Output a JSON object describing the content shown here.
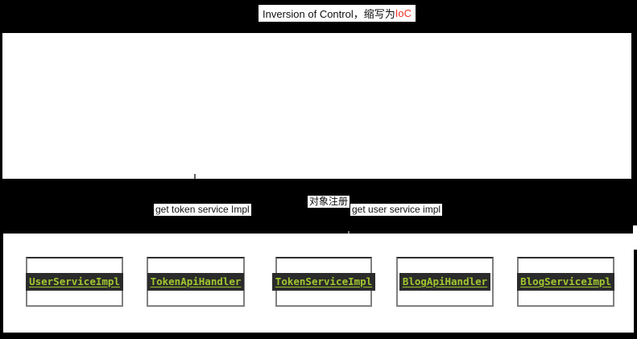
{
  "title": {
    "main": "Inversion of Control，缩写为",
    "highlight": "IoC"
  },
  "flow_labels": {
    "get_token": "get token service Impl",
    "object_register": "对象注册",
    "get_user": "get user service impl"
  },
  "classes": [
    "UserServiceImpl",
    "TokenApiHandler",
    "TokenServiceImpl",
    "BlogApiHandler",
    "BlogServiceImpl"
  ],
  "colors": {
    "page_background": "#000000",
    "canvas_white": "#ffffff",
    "title_highlight_red": "#f5302a",
    "connector_gray": "#808080",
    "box_border_gray": "#808080",
    "box_border_top_dark": "#2e2e2e",
    "chip_background": "#2b2b2b",
    "chip_text_green": "#a0c52f",
    "label_text": "#111111"
  }
}
